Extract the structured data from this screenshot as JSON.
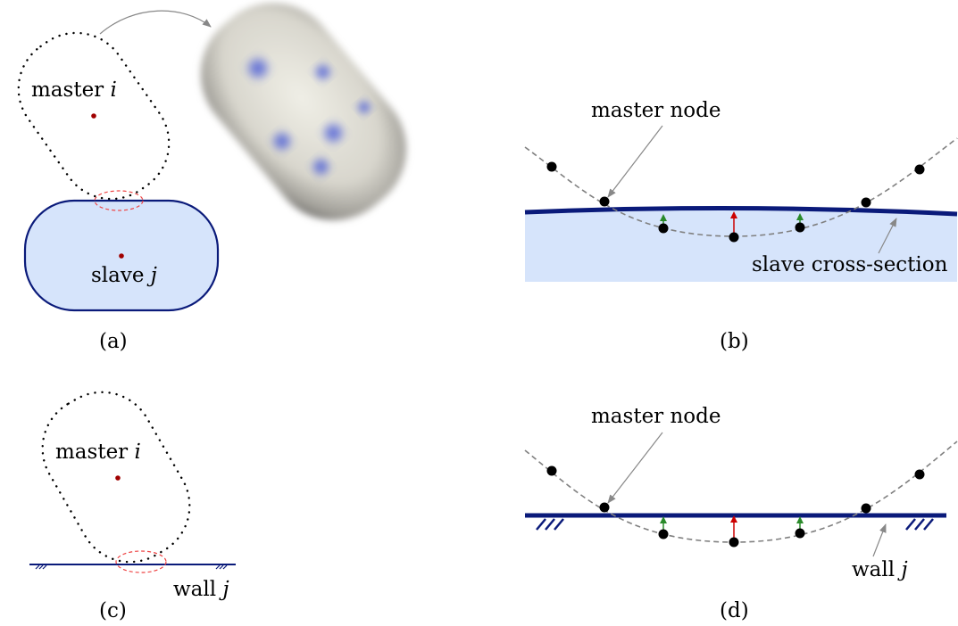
{
  "panel_a": {
    "master_label": "master",
    "master_var": "i",
    "slave_label": "slave",
    "slave_var": "j",
    "caption": "(a)"
  },
  "panel_b": {
    "master_node_label": "master node",
    "slave_cross_section_label": "slave cross-section",
    "caption": "(b)"
  },
  "panel_c": {
    "master_label": "master",
    "master_var": "i",
    "wall_label": "wall",
    "wall_var": "j",
    "caption": "(c)"
  },
  "panel_d": {
    "master_node_label": "master node",
    "wall_label": "wall",
    "wall_var": "j",
    "caption": "(d)"
  },
  "colors": {
    "slave_fill": "#d6e4fb",
    "slave_edge": "#0a1a7a",
    "center_dot": "#a00000",
    "contact_ellipse": "#ee4444",
    "normal_red": "#cc0000",
    "normal_green": "#2a8a2a",
    "leader_gray": "#888888",
    "dashed_curve": "#808080"
  }
}
